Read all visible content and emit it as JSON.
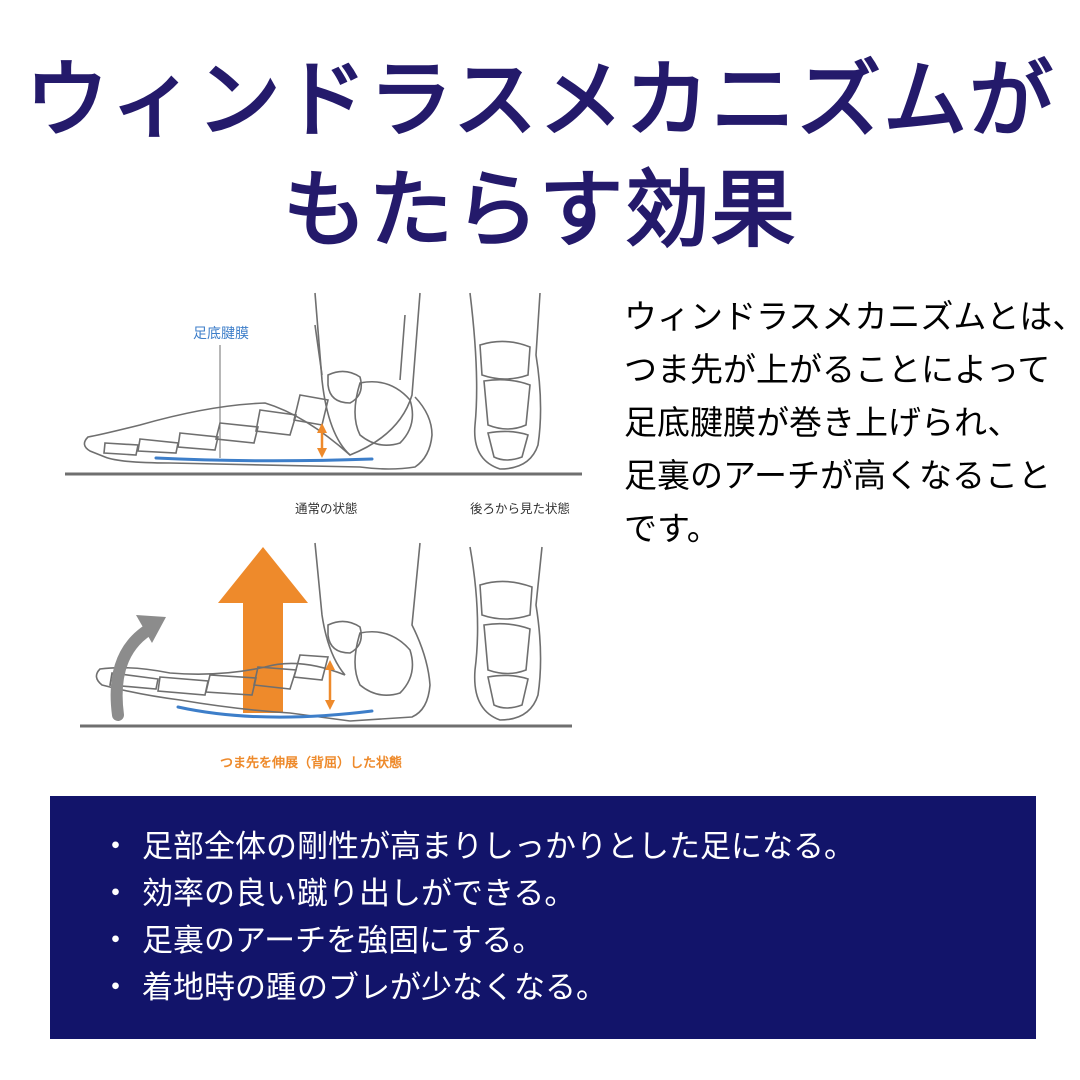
{
  "title": {
    "line1": "ウィンドラスメカニズムが",
    "line2": "もたらす効果"
  },
  "diagram": {
    "label_plantar_fascia": "足底腱膜",
    "label_normal": "通常の状態",
    "label_back_view": "後ろから見た状態",
    "label_extended": "つま先を伸展（背屈）した状態",
    "colors": {
      "accent_orange": "#ee8a2b",
      "fascia_blue": "#3d7ec9",
      "label_blue": "#3d7ec9",
      "toe_arrow_gray": "#8c8c8c"
    }
  },
  "description": {
    "lines": [
      "ウィンドラスメカニズムとは、",
      "つま先が上がることによって",
      "足底腱膜が巻き上げられ、",
      "足裏のアーチが高くなること",
      "です。"
    ]
  },
  "effects": {
    "items": [
      "足部全体の剛性が高まりしっかりとした足になる。",
      "効率の良い蹴り出しができる。",
      "足裏のアーチを強固にする。",
      "着地時の踵のブレが少なくなる。"
    ]
  },
  "colors": {
    "title": "#241a6b",
    "panel_bg": "#12146a",
    "panel_text": "#ffffff"
  }
}
